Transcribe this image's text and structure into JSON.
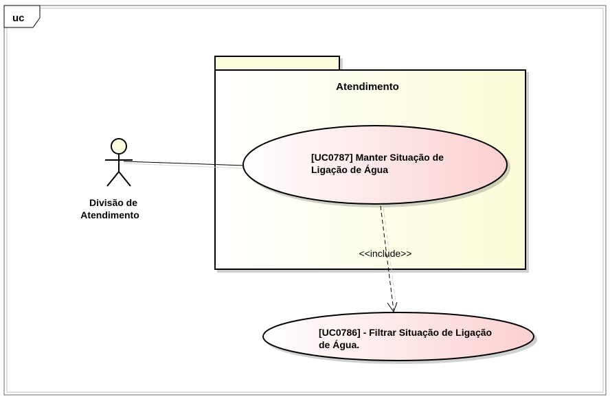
{
  "frame": {
    "tag": "uc"
  },
  "package": {
    "name": "Atendimento"
  },
  "actor": {
    "name_line1": "Divisão de",
    "name_line2": "Atendimento"
  },
  "use_cases": [
    {
      "line1": "[UC0787] Manter Situação de",
      "line2": "Ligação de Água"
    },
    {
      "line1": "[UC0786] - Filtrar Situação de Ligação",
      "line2": "de Água."
    }
  ],
  "relationships": [
    {
      "stereotype": "<<include>>"
    }
  ],
  "colors": {
    "package_fill": "#fdfde0",
    "usecase_fill_light": "#ffffff",
    "usecase_fill_dark": "#fbd0d0",
    "actor_head": "#fdfde0",
    "line": "#000000"
  }
}
